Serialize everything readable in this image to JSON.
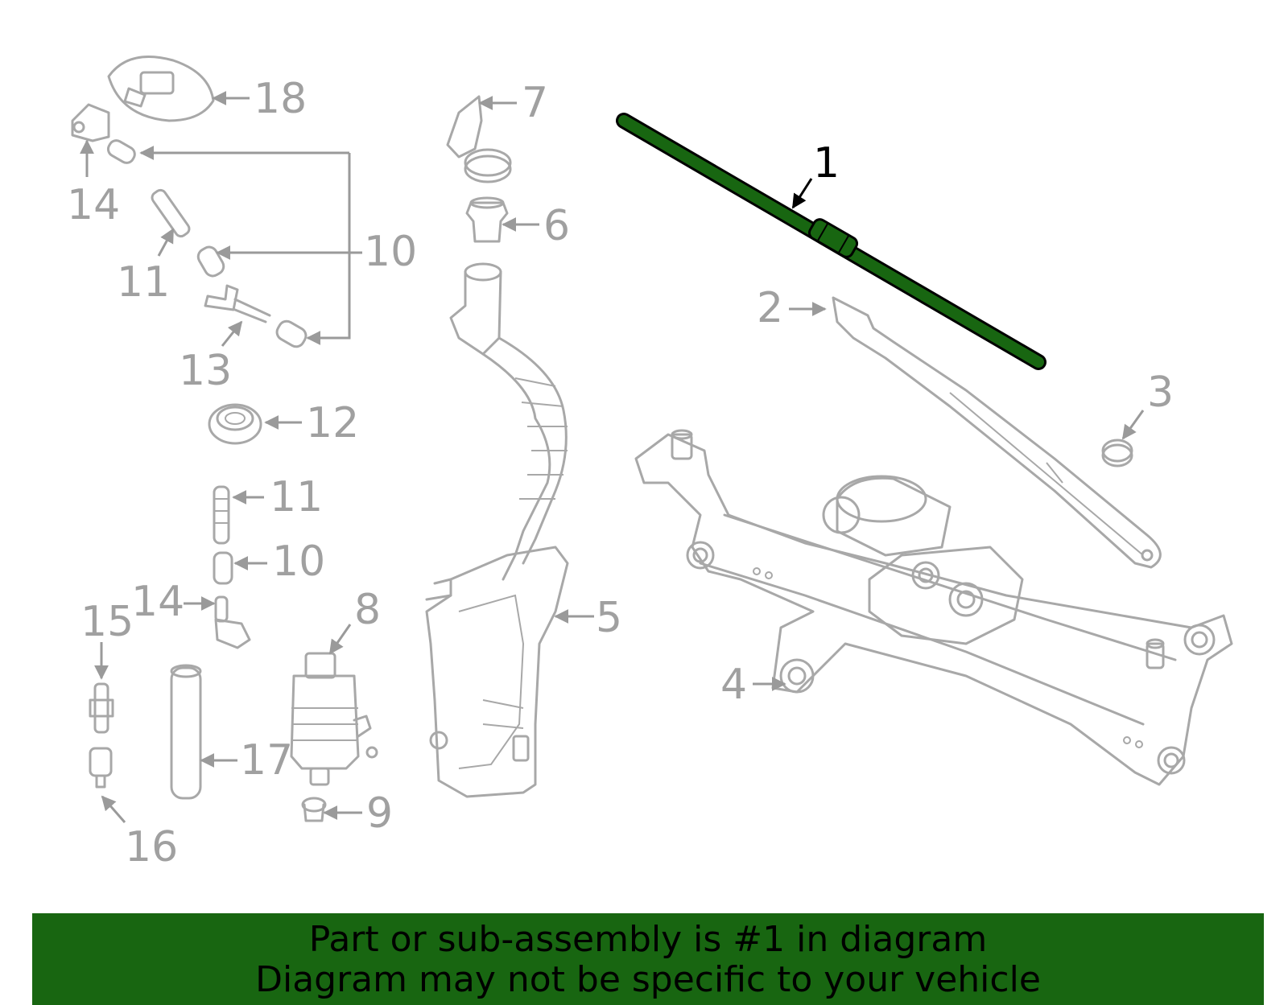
{
  "diagram": {
    "highlight_color": "#186611",
    "callouts": {
      "c1": "1",
      "c2": "2",
      "c3": "3",
      "c4": "4",
      "c5": "5",
      "c6": "6",
      "c7": "7",
      "c8": "8",
      "c9": "9",
      "c10a": "10",
      "c10b": "10",
      "c11a": "11",
      "c11b": "11",
      "c12": "12",
      "c13": "13",
      "c14a": "14",
      "c14b": "14",
      "c15": "15",
      "c16": "16",
      "c17": "17",
      "c18": "18"
    }
  },
  "banner": {
    "line1": "Part or sub-assembly is #1 in diagram",
    "line2": "Diagram may not be specific to your vehicle",
    "color": "#186611"
  }
}
